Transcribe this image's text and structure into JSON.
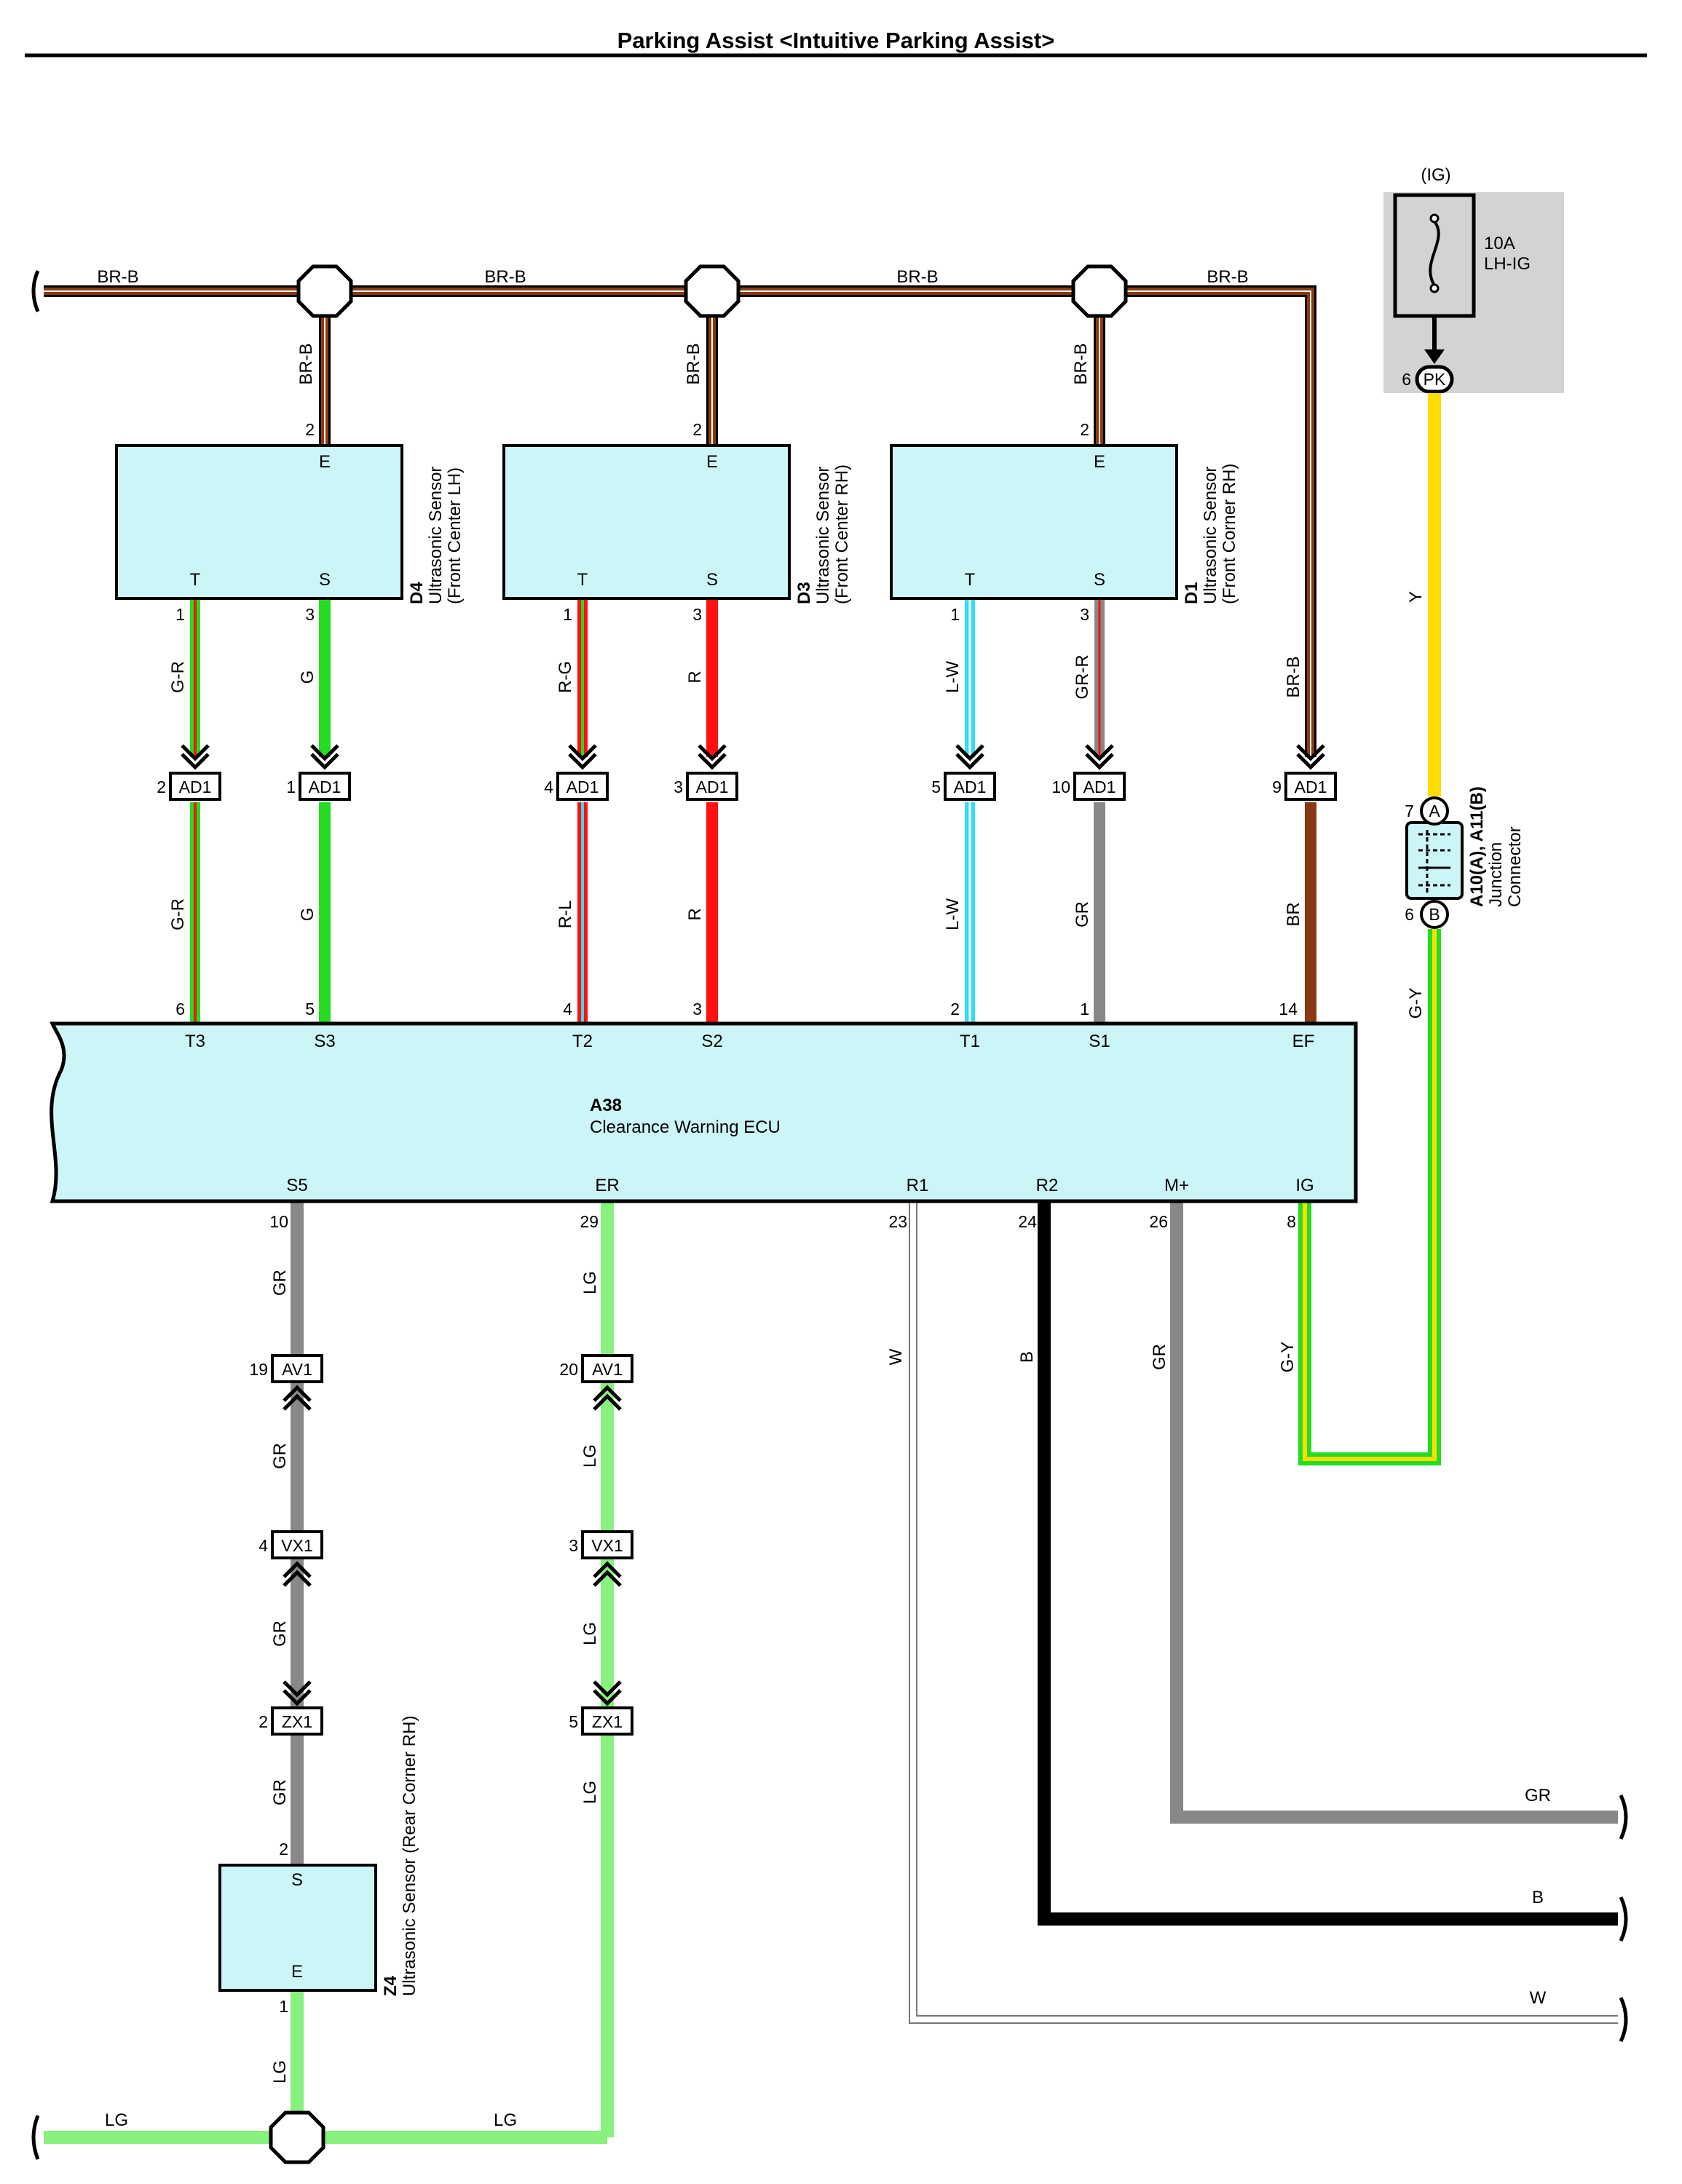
{
  "title": "Parking Assist <Intuitive Parking Assist>",
  "colors": {
    "BR": "#8a3a12",
    "G": "#22dd22",
    "R": "#ff1111",
    "L": "#33ddf2",
    "GR": "#888888",
    "LG": "#88f07d",
    "Y": "#ffdd00",
    "B": "#000000",
    "W": "#ffffff",
    "component_fill": "#ccf5f7",
    "fuse_panel": "#d3d3d3"
  },
  "fuse": {
    "header": "(IG)",
    "rating": "10A",
    "name": "LH-IG",
    "connector": "PK",
    "pin": "6"
  },
  "junction": {
    "code": "A10(A), A11(B)",
    "name_line1": "Junction",
    "name_line2": "Connector",
    "term_a": "A",
    "term_b": "B",
    "pin_a": "7",
    "pin_b": "6"
  },
  "sensors": [
    {
      "code": "D4",
      "name_line1": "Ultrasonic Sensor",
      "name_line2": "(Front Center LH)",
      "e_term": "E",
      "e_pin": "2",
      "t_term": "T",
      "t_pin": "1",
      "s_term": "S",
      "s_pin": "3"
    },
    {
      "code": "D3",
      "name_line1": "Ultrasonic Sensor",
      "name_line2": "(Front Center RH)",
      "e_term": "E",
      "e_pin": "2",
      "t_term": "T",
      "t_pin": "1",
      "s_term": "S",
      "s_pin": "3"
    },
    {
      "code": "D1",
      "name_line1": "Ultrasonic Sensor",
      "name_line2": "(Front Corner RH)",
      "e_term": "E",
      "e_pin": "2",
      "t_term": "T",
      "t_pin": "1",
      "s_term": "S",
      "s_pin": "3"
    }
  ],
  "rear_sensor": {
    "code": "Z4",
    "name": "Ultrasonic Sensor (Rear Corner RH)",
    "s_term": "S",
    "s_pin": "2",
    "e_term": "E",
    "e_pin": "1"
  },
  "ecu": {
    "code": "A38",
    "name": "Clearance Warning ECU",
    "top_terminals": [
      {
        "name": "T3",
        "pin": "6"
      },
      {
        "name": "S3",
        "pin": "5"
      },
      {
        "name": "T2",
        "pin": "4"
      },
      {
        "name": "S2",
        "pin": "3"
      },
      {
        "name": "T1",
        "pin": "2"
      },
      {
        "name": "S1",
        "pin": "1"
      },
      {
        "name": "EF",
        "pin": "14"
      }
    ],
    "bottom_terminals": [
      {
        "name": "S5",
        "pin": "10"
      },
      {
        "name": "ER",
        "pin": "29"
      },
      {
        "name": "R1",
        "pin": "23"
      },
      {
        "name": "R2",
        "pin": "24"
      },
      {
        "name": "M+",
        "pin": "26"
      },
      {
        "name": "IG",
        "pin": "8"
      }
    ]
  },
  "ad1_connectors": [
    {
      "name": "AD1",
      "pin": "2"
    },
    {
      "name": "AD1",
      "pin": "1"
    },
    {
      "name": "AD1",
      "pin": "4"
    },
    {
      "name": "AD1",
      "pin": "3"
    },
    {
      "name": "AD1",
      "pin": "5"
    },
    {
      "name": "AD1",
      "pin": "10"
    },
    {
      "name": "AD1",
      "pin": "9"
    }
  ],
  "rear_connectors": {
    "s5": [
      {
        "name": "AV1",
        "pin": "19"
      },
      {
        "name": "VX1",
        "pin": "4"
      },
      {
        "name": "ZX1",
        "pin": "2"
      }
    ],
    "er": [
      {
        "name": "AV1",
        "pin": "20"
      },
      {
        "name": "VX1",
        "pin": "3"
      },
      {
        "name": "ZX1",
        "pin": "5"
      }
    ]
  },
  "wire_labels": {
    "bus": [
      "BR-B",
      "BR-B",
      "BR-B",
      "BR-B"
    ],
    "bus_drops": [
      "BR-B",
      "BR-B",
      "BR-B"
    ],
    "sensor_upper": [
      "G-R",
      "G",
      "R-G",
      "R",
      "L-W",
      "GR-R",
      "BR-B"
    ],
    "sensor_lower": [
      "G-R",
      "G",
      "R-L",
      "R",
      "L-W",
      "GR",
      "BR"
    ],
    "fuse_wire": "Y",
    "junction_out": "G-Y",
    "ig_wire": "G-Y",
    "s5_wires": [
      "GR",
      "GR",
      "GR",
      "GR"
    ],
    "er_wires": [
      "LG",
      "LG",
      "LG",
      "LG"
    ],
    "r1_wire": "W",
    "r2_wire": "B",
    "mplus_wire": "GR",
    "z4_ground": "LG",
    "ground_left": "LG",
    "ground_right": "LG",
    "exit_gr": "GR",
    "exit_b": "B",
    "exit_w": "W"
  }
}
